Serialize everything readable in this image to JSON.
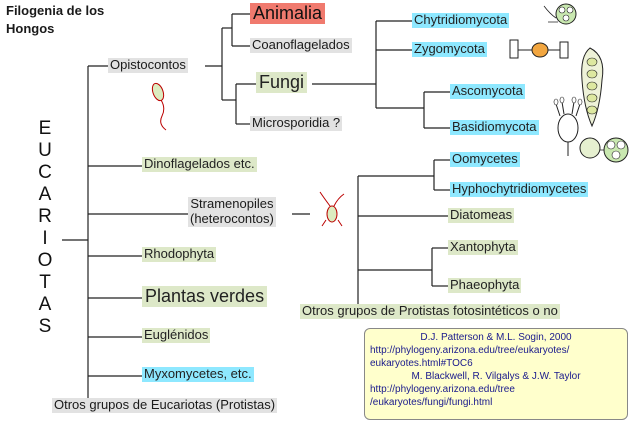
{
  "title": [
    "Filogenia de los",
    "Hongos"
  ],
  "vertical_label": [
    "E",
    "U",
    "C",
    "A",
    "R",
    "I",
    "O",
    "T",
    "A",
    "S"
  ],
  "labels": {
    "animalia": "Animalia",
    "coanoflagelados": "Coanoflagelados",
    "opistocontos": "Opistocontos",
    "fungi": "Fungi",
    "microsporidia": "Microsporidia ?",
    "chytridiomycota": "Chytridiomycota",
    "zygomycota": "Zygomycota",
    "ascomycota": "Ascomycota",
    "basidiomycota": "Basidiomycota",
    "dinoflagelados": "Dinoflagelados etc.",
    "stramenopiles": "Stramenopiles",
    "heterocontos": "(heterocontos)",
    "oomycetes": "Oomycetes",
    "hyphochytridiomycetes": "Hyphochytridiomycetes",
    "diatomeas": "Diatomeas",
    "xantophyta": "Xantophyta",
    "phaeophyta": "Phaeophyta",
    "otros_fotosinteticos": "Otros grupos de Protistas fotosintéticos o no",
    "rhodophyta": "Rhodophyta",
    "plantas_verdes": "Plantas verdes",
    "euglenidos": "Euglénidos",
    "myxomycetes": "Myxomycetes, etc.",
    "otros_eucariotas": "Otros grupos de Eucariotas (Protistas)"
  },
  "references": {
    "ref1_authors": "D.J. Patterson & M.L. Sogin, 2000",
    "ref1_url_1": "http://phylogeny.arizona.edu/tree/eukaryotes/",
    "ref1_url_2": "eukaryotes.html#TOC6",
    "ref2_authors": "M. Blackwell, R. Vilgalys & J.W. Taylor",
    "ref2_url_1": "http://phylogeny.arizona.edu/tree",
    "ref2_url_2": "/eukaryotes/fungi/fungi.html"
  },
  "colors": {
    "green_box": "#dde8c8",
    "cyan_box": "#8ee8ff",
    "red_box": "#f07a6e",
    "grey_box": "#e2e2e2",
    "ref_box": "#ffffcc",
    "ref_text": "#1a1a8c"
  }
}
